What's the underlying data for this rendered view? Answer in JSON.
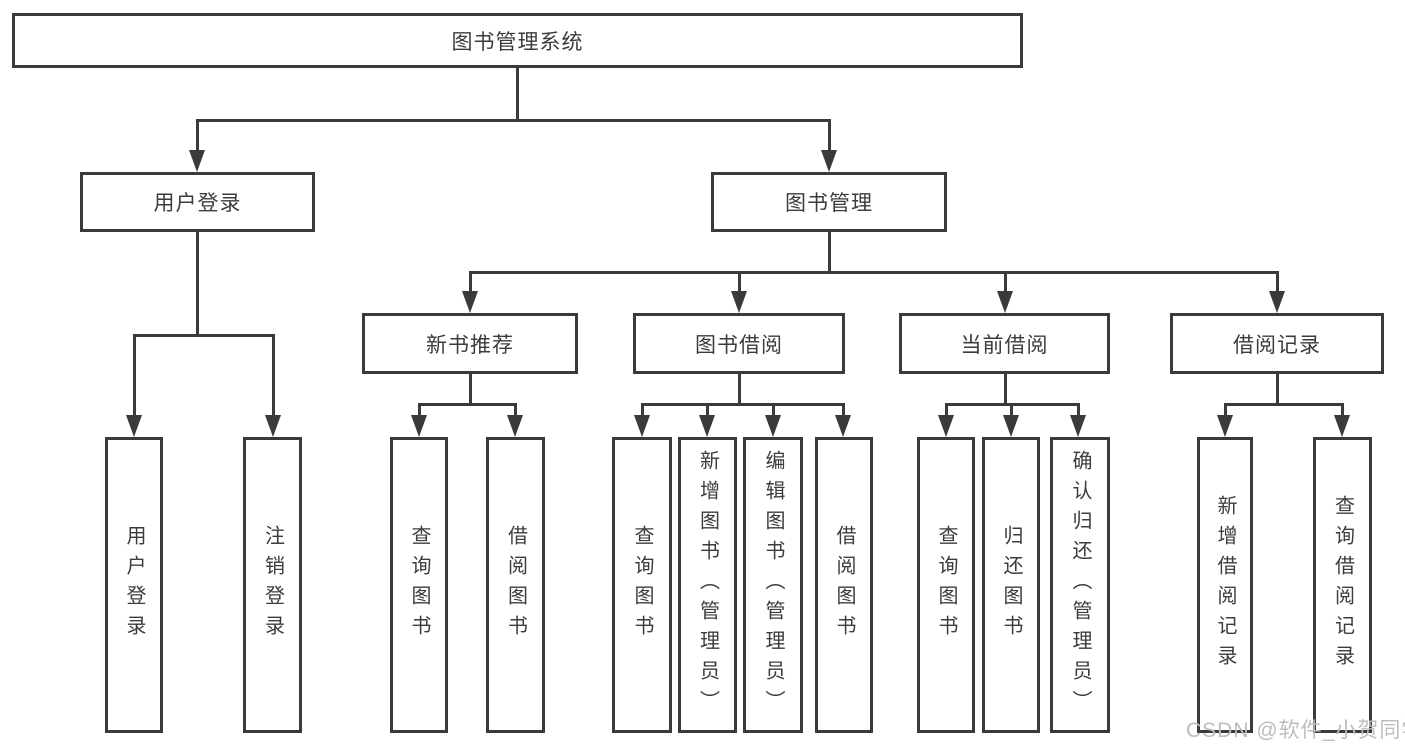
{
  "colors": {
    "line": "#3a3a3a",
    "text": "#3c3c3c",
    "background": "#ffffff",
    "watermark": "#bdbdbd"
  },
  "tree": {
    "root": "图书管理系统",
    "branches": [
      {
        "label": "用户登录",
        "leaves": [
          "用户登录",
          "注销登录"
        ]
      },
      {
        "label": "图书管理",
        "children": [
          {
            "label": "新书推荐",
            "leaves": [
              "查询图书",
              "借阅图书"
            ]
          },
          {
            "label": "图书借阅",
            "leaves": [
              "查询图书",
              "新增图书（管理员）",
              "编辑图书（管理员）",
              "借阅图书"
            ]
          },
          {
            "label": "当前借阅",
            "leaves": [
              "查询图书",
              "归还图书",
              "确认归还（管理员）"
            ]
          },
          {
            "label": "借阅记录",
            "leaves": [
              "新增借阅记录",
              "查询借阅记录"
            ]
          }
        ]
      }
    ]
  },
  "watermark": {
    "text": "CSDN @软件_小贺同学"
  }
}
